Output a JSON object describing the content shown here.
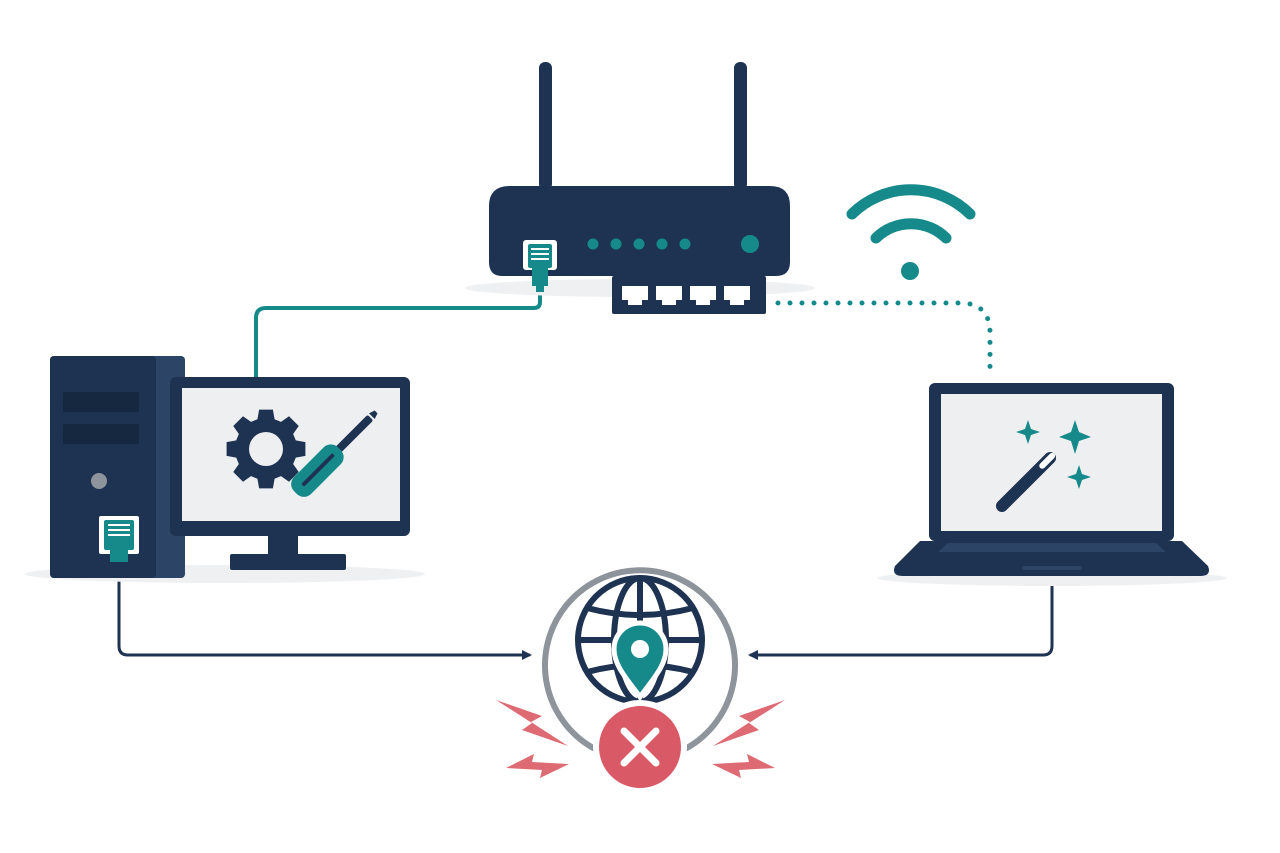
{
  "colors": {
    "navy": "#1e3352",
    "navy_light": "#2c4566",
    "teal": "#168a8a",
    "screen": "#eeeff1",
    "gray_ring": "#8e949b",
    "error_red": "#d95a66",
    "spark_red": "#de6a73",
    "shadow": "#eef0f2",
    "white": "#ffffff"
  },
  "nodes": {
    "router": {
      "icon": "wifi-router-icon",
      "ports": 4,
      "leds": 5
    },
    "wifi_signal": {
      "icon": "wifi-signal-icon"
    },
    "desktop": {
      "icon": "desktop-computer-icon",
      "screen_icons": [
        "gear-icon",
        "screwdriver-icon"
      ]
    },
    "laptop": {
      "icon": "laptop-icon",
      "screen_icons": [
        "magic-wand-icon",
        "sparkle-icon"
      ]
    },
    "internet": {
      "icon": "globe-location-pin-icon",
      "status_icon": "error-x-icon",
      "status": "no-connection"
    }
  },
  "connections": [
    {
      "from": "router",
      "to": "desktop",
      "style": "ethernet-cable"
    },
    {
      "from": "router",
      "to": "laptop",
      "style": "wireless-dotted"
    },
    {
      "from": "desktop",
      "to": "internet",
      "style": "arrow"
    },
    {
      "from": "laptop",
      "to": "internet",
      "style": "arrow"
    }
  ]
}
